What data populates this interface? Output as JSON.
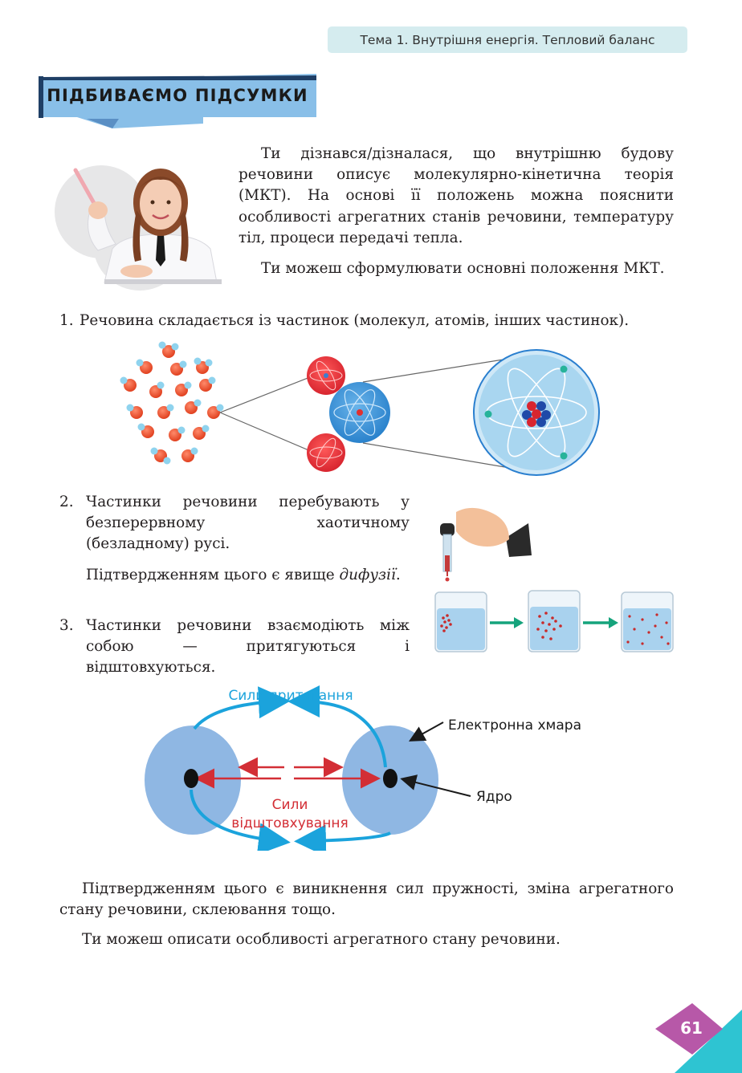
{
  "header": {
    "topic": "Тема 1. Внутрішня енергія. Тепловий баланс"
  },
  "banner": {
    "title": "ПІДБИВАЄМО ПІДСУМКИ"
  },
  "intro": {
    "p1": "Ти дізнався/дізналася, що внутрішню будову речовини описує молекулярно-кінетична теорія (МКТ). На основі її положень можна пояснити особливості агрегатних станів речовини, температуру тіл, процеси передачі тепла.",
    "p2": "Ти можеш сформулювати основні положення МКТ."
  },
  "points": [
    {
      "number": "1.",
      "text": "Речовина складається із частинок (молекул, атомів, інших частинок)."
    },
    {
      "number": "2.",
      "text": "Частинки речовини перебувають у безперервному хаотичному (безладному) русі.",
      "confirm_prefix": "Підтвердженням цього є явище ",
      "confirm_term": "дифузії",
      "confirm_suffix": "."
    },
    {
      "number": "3.",
      "text": "Частинки речовини взаємодіють між собою — притягуються і відштовхуються."
    }
  ],
  "forces_diagram": {
    "attraction_label": "Сили притягання",
    "repulsion_label_line1": "Сили",
    "repulsion_label_line2": "відштовхування",
    "cloud_label": "Електронна хмара",
    "nucleus_label": "Ядро"
  },
  "conclusion": {
    "p1": "Підтвердженням цього є виникнення сил пружності, зміна агрегатного стану речовини, склеювання тощо.",
    "p2": "Ти можеш описати особливості агрегатного стану речовини."
  },
  "page_number": "61",
  "colors": {
    "header_bg": "#d5ecef",
    "banner_blue": "#89bfe8",
    "attraction_blue": "#1ba3dc",
    "repulsion_red": "#d32e35",
    "cloud_blue": "#8fb7e3",
    "page_badge": "#b758a8",
    "corner_teal": "#2ec4d2"
  }
}
